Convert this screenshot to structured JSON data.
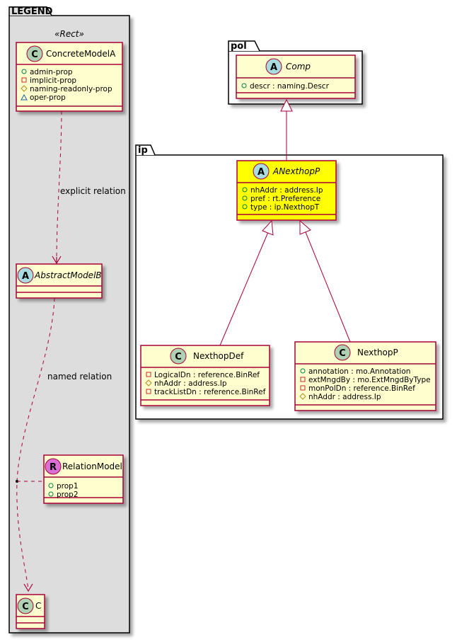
{
  "colors": {
    "class_fill": "#FEFECE",
    "class_border": "#A80036",
    "highlight_fill": "#FFFF00",
    "legend_fill": "#DDDDDD",
    "spot_class": "#ADD1B2",
    "spot_abstract": "#A9DCDF",
    "spot_relation": "#DA70D6",
    "vis_public": "#038048",
    "vis_private": "#C82930",
    "vis_protected": "#B38D22",
    "vis_package": "#1963A0"
  },
  "legend": {
    "package_label": "LEGEND",
    "stereotype": "«Rect»",
    "concrete": {
      "spot": "C",
      "name": "ConcreteModelA",
      "attributes": [
        {
          "vis": "public",
          "text": "admin-prop"
        },
        {
          "vis": "private",
          "text": "implicit-prop"
        },
        {
          "vis": "protected",
          "text": "naming-readonly-prop"
        },
        {
          "vis": "package",
          "text": "oper-prop"
        }
      ]
    },
    "explicit_relation_label": "explicit relation",
    "abstract": {
      "spot": "A",
      "name": "AbstractModelB"
    },
    "named_relation_label": "named relation",
    "relation_model": {
      "spot": "R",
      "name": "RelationModel",
      "attributes": [
        {
          "vis": "public",
          "text": "prop1"
        },
        {
          "vis": "public",
          "text": "prop2"
        }
      ]
    },
    "target": {
      "spot": "C",
      "name": "C"
    }
  },
  "pol": {
    "package_label": "pol",
    "comp": {
      "spot": "A",
      "name": "Comp",
      "attributes": [
        {
          "vis": "public",
          "text": "descr : naming.Descr"
        }
      ]
    }
  },
  "ip": {
    "package_label": "ip",
    "anexthop": {
      "spot": "A",
      "name": "ANexthopP",
      "attributes": [
        {
          "vis": "public",
          "text": "nhAddr : address.Ip"
        },
        {
          "vis": "public",
          "text": "pref : rt.Preference"
        },
        {
          "vis": "public",
          "text": "type : ip.NexthopT"
        }
      ]
    },
    "nexthopdef": {
      "spot": "C",
      "name": "NexthopDef",
      "attributes": [
        {
          "vis": "private",
          "text": "LogicalDn : reference.BinRef"
        },
        {
          "vis": "protected",
          "text": "nhAddr : address.Ip"
        },
        {
          "vis": "private",
          "text": "trackListDn : reference.BinRef"
        }
      ]
    },
    "nexthopp": {
      "spot": "C",
      "name": "NexthopP",
      "attributes": [
        {
          "vis": "public",
          "text": "annotation : mo.Annotation"
        },
        {
          "vis": "private",
          "text": "extMngdBy : mo.ExtMngdByType"
        },
        {
          "vis": "private",
          "text": "monPolDn : reference.BinRef"
        },
        {
          "vis": "protected",
          "text": "nhAddr : address.Ip"
        }
      ]
    }
  }
}
